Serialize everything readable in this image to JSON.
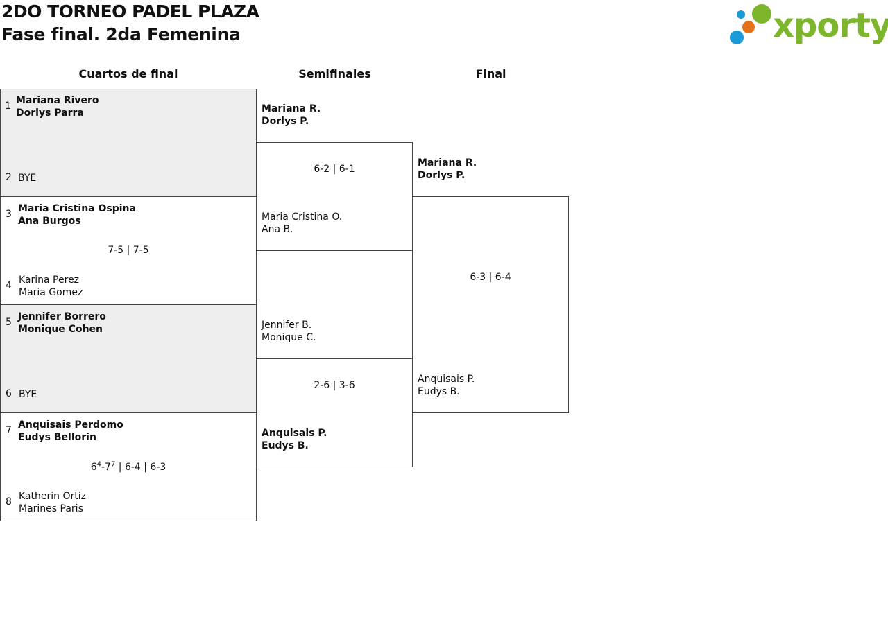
{
  "header": {
    "title": "2DO TORNEO PADEL PLAZA",
    "subtitle": "Fase final. 2da Femenina",
    "logo_text": "xporty"
  },
  "colors": {
    "brand_green": "#7db52c",
    "dot_blue": "#1a9ad6",
    "dot_orange": "#e5721b",
    "grey_fill": "#eeeeee"
  },
  "columns": {
    "quarters": "Cuartos de final",
    "semis": "Semifinales",
    "final": "Final"
  },
  "quarterfinals": [
    {
      "top": {
        "seed": "1",
        "p1": "Mariana Rivero",
        "p2": "Dorlys Parra"
      },
      "bottom": {
        "seed": "2",
        "p1": "BYE",
        "p2": ""
      },
      "score": ""
    },
    {
      "top": {
        "seed": "3",
        "p1": "Maria Cristina Ospina",
        "p2": "Ana Burgos"
      },
      "bottom": {
        "seed": "4",
        "p1": "Karina Perez",
        "p2": "Maria Gomez"
      },
      "score": "7-5 | 7-5"
    },
    {
      "top": {
        "seed": "5",
        "p1": "Jennifer Borrero",
        "p2": "Monique Cohen"
      },
      "bottom": {
        "seed": "6",
        "p1": "BYE",
        "p2": ""
      },
      "score": ""
    },
    {
      "top": {
        "seed": "7",
        "p1": "Anquisais Perdomo",
        "p2": "Eudys Bellorin"
      },
      "bottom": {
        "seed": "8",
        "p1": "Katherin Ortiz",
        "p2": "Marines Paris"
      },
      "score_parts": {
        "a": "6",
        "a_sup": "4",
        "sep": "-7",
        "b_sup": "7",
        "rest": " | 6-4 | 6-3"
      }
    }
  ],
  "semifinals": [
    {
      "top": {
        "p1": "Mariana R.",
        "p2": "Dorlys P."
      },
      "bottom": {
        "p1": "Maria Cristina O.",
        "p2": "Ana B."
      },
      "score": "6-2 | 6-1"
    },
    {
      "top": {
        "p1": "Jennifer B.",
        "p2": "Monique C."
      },
      "bottom": {
        "p1": "Anquisais P.",
        "p2": "Eudys B."
      },
      "score": "2-6 | 3-6"
    }
  ],
  "final": {
    "top": {
      "p1": "Mariana R.",
      "p2": "Dorlys P."
    },
    "bottom": {
      "p1": "Anquisais P.",
      "p2": "Eudys B."
    },
    "score": "6-3 | 6-4"
  }
}
